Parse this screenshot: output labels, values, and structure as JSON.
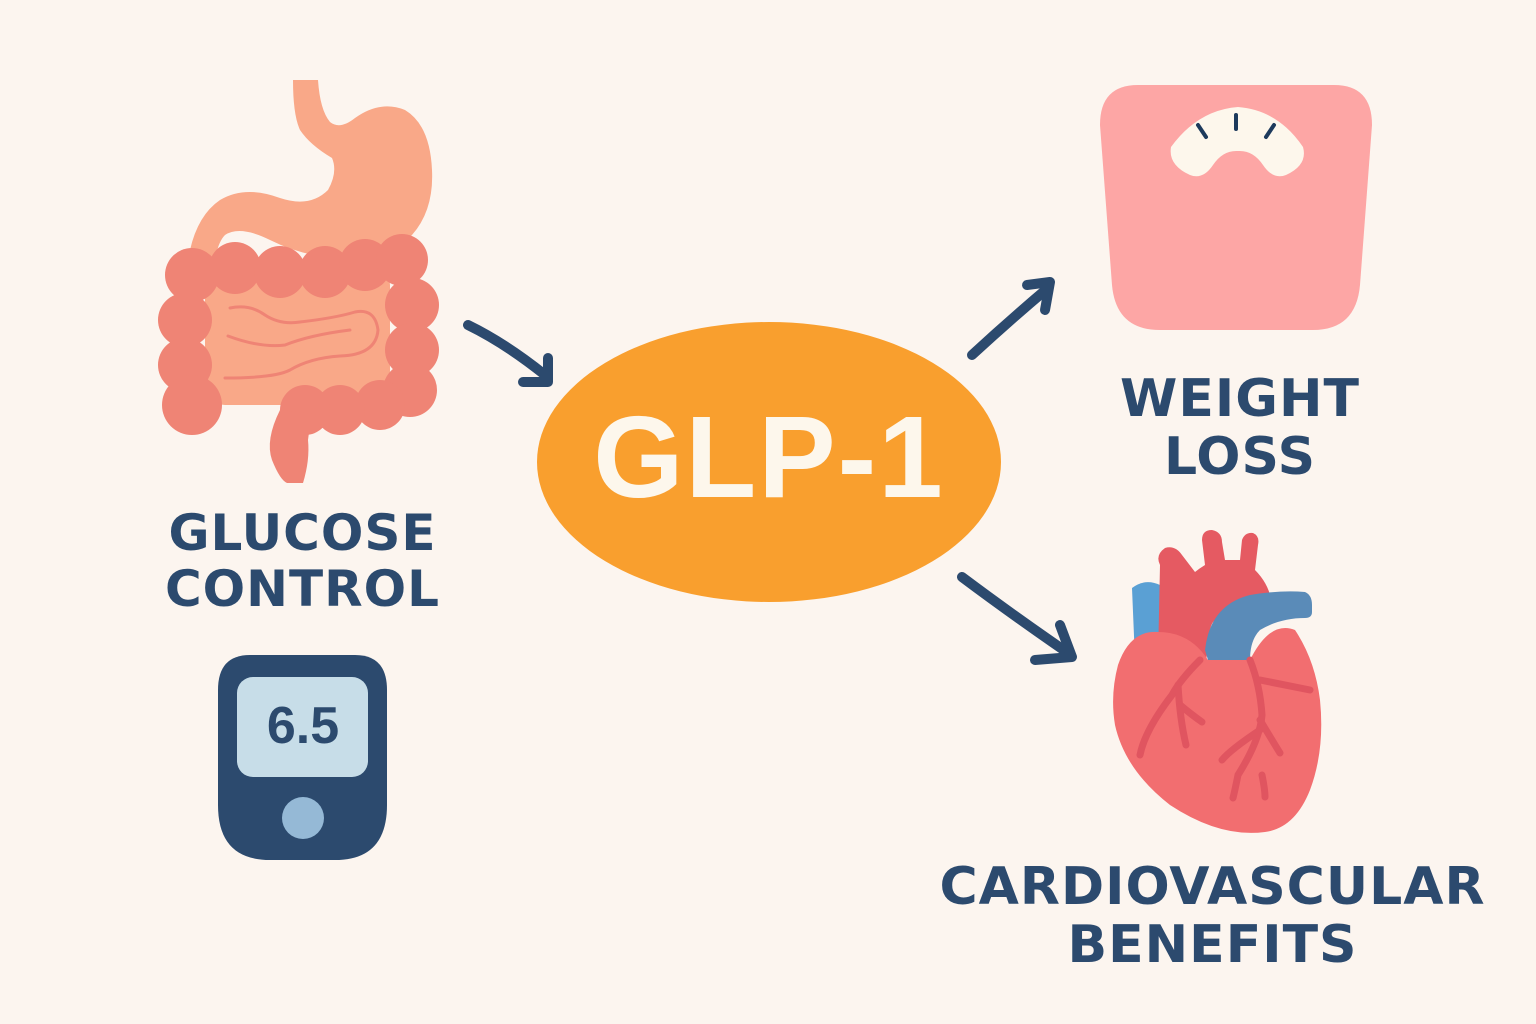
{
  "diagram": {
    "center_node": {
      "label": "GLP-1",
      "color": "#f99f2e"
    },
    "nodes": [
      {
        "id": "glucose",
        "lines": [
          "GLUCOSE",
          "CONTROL"
        ],
        "icon": "digestive-system-icon"
      },
      {
        "id": "weight",
        "lines": [
          "WEIGHT",
          "LOSS"
        ],
        "icon": "bathroom-scale-icon"
      },
      {
        "id": "cardio",
        "lines": [
          "CARDIOVASCULAR",
          "BENEFITS"
        ],
        "icon": "heart-icon"
      }
    ],
    "glucometer": {
      "reading": "6.5",
      "icon": "glucose-meter-icon"
    },
    "edges": [
      {
        "from": "glucose",
        "to": "GLP-1"
      },
      {
        "from": "GLP-1",
        "to": "weight"
      },
      {
        "from": "GLP-1",
        "to": "cardio"
      }
    ],
    "colors": {
      "background": "#fcf5ef",
      "text": "#2c4a6e",
      "arrow": "#2c4a6e",
      "stomach": "#f9a888",
      "intestine": "#ef8475",
      "scale": "#fda6a5",
      "heart": "#f26e70",
      "vessel_blue": "#5a8bb8"
    }
  }
}
